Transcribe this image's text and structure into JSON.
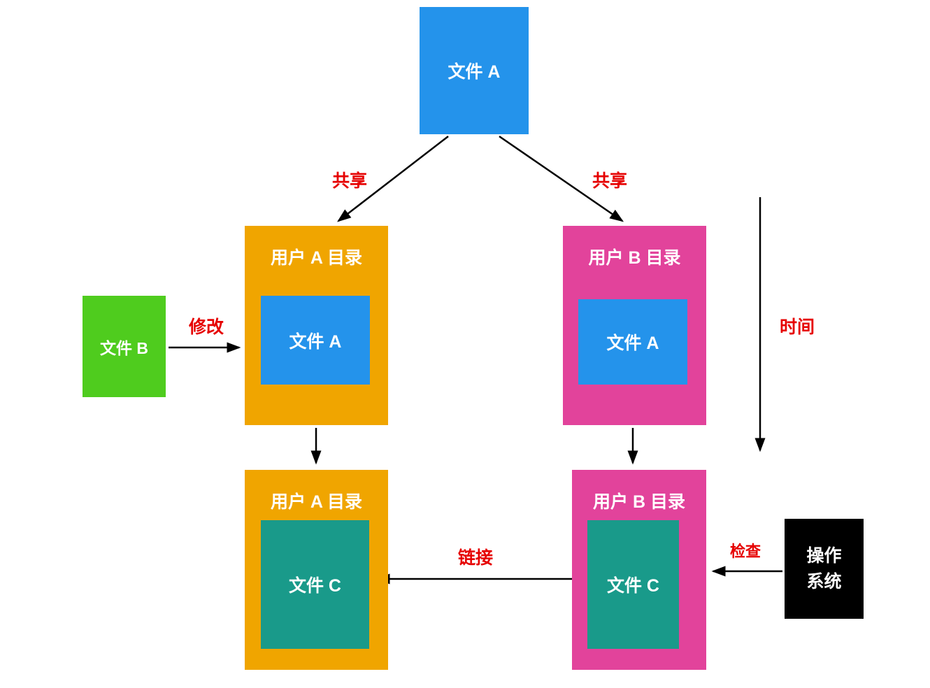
{
  "diagram": {
    "background": "#ffffff",
    "text_color": "#ffffff",
    "label_color": "#E60000",
    "arrow_color": "#000000",
    "nodes": {
      "file_a_top": {
        "label": "文件 A",
        "color": "#2493EB"
      },
      "user_a_dir_mid": {
        "title": "用户 A 目录",
        "inner_file": "文件 A",
        "color": "#F0A500",
        "inner_color": "#2493EB"
      },
      "user_b_dir_mid": {
        "title": "用户 B 目录",
        "inner_file": "文件 A",
        "color": "#E2439B",
        "inner_color": "#2493EB"
      },
      "file_b": {
        "label": "文件 B",
        "color": "#4FCC1E"
      },
      "user_a_dir_bottom": {
        "title": "用户 A 目录",
        "inner_file": "文件 C",
        "color": "#F0A500",
        "inner_color": "#199A8A"
      },
      "user_b_dir_bottom": {
        "title": "用户 B 目录",
        "inner_file": "文件 C",
        "color": "#E2439B",
        "inner_color": "#199A8A"
      },
      "os": {
        "label": "操作\n系统",
        "color": "#000000"
      }
    },
    "edge_labels": {
      "share_left": "共享",
      "share_right": "共享",
      "modify": "修改",
      "link": "链接",
      "check": "检查",
      "time": "时间"
    }
  }
}
